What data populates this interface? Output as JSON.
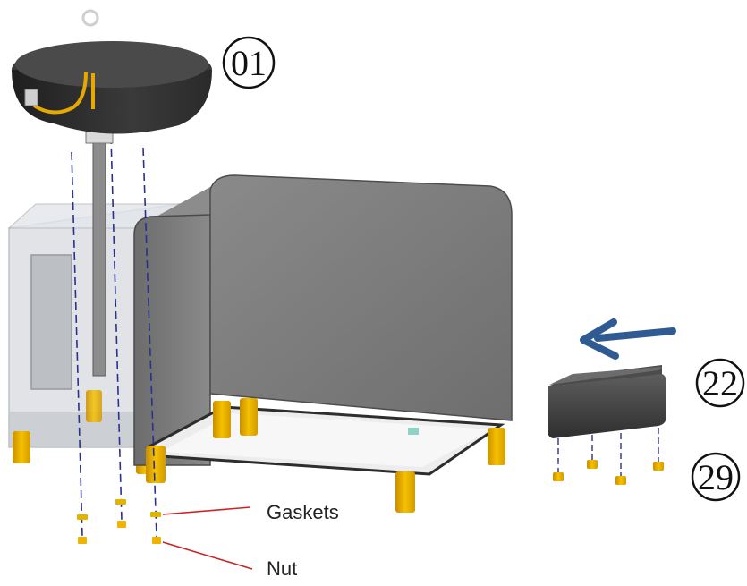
{
  "callouts": [
    {
      "id": "01",
      "label": "01"
    },
    {
      "id": "22",
      "label": "22"
    },
    {
      "id": "29",
      "label": "29"
    }
  ],
  "notes": {
    "gaskets": "Gaskets",
    "nut": "Nut"
  },
  "colors": {
    "body_dark": "#5a5a5a",
    "body_mid": "#7b7b7b",
    "lid": "#2f2f2f",
    "foot": "#f0b400",
    "foot_dark": "#c98e00",
    "ghost": "#c9ccd0",
    "guide_line": "#2b2f8f",
    "leader_line": "#cc2222",
    "arrow": "#2f5b92"
  }
}
